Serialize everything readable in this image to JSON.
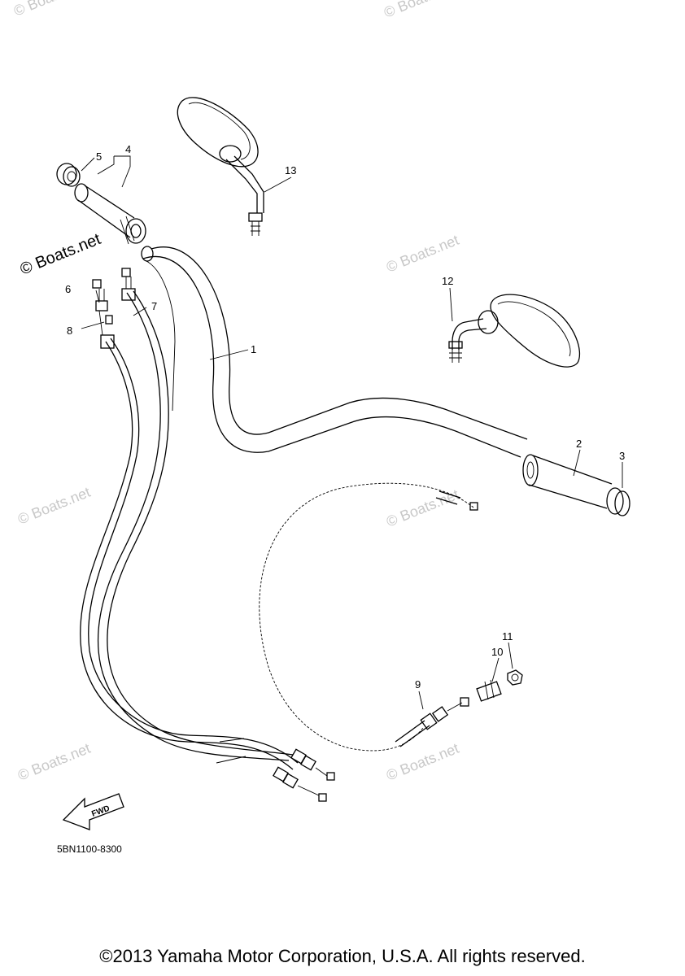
{
  "diagram": {
    "callouts": [
      "1",
      "2",
      "3",
      "4",
      "5",
      "6",
      "7",
      "8",
      "9",
      "10",
      "11",
      "12",
      "13"
    ],
    "part_code": "5BN1100-8300",
    "fwd_label": "FWD",
    "watermarks": [
      "© Boats.net",
      "© Boats.net",
      "© Boats.net",
      "© Boats.net",
      "© Boats.net",
      "© Boats.net",
      "© Boats.net",
      "© Boats.net"
    ],
    "watermark_main": "© Boats.net"
  },
  "footer": {
    "copyright": "©2013 Yamaha Motor Corporation, U.S.A. All rights reserved."
  }
}
